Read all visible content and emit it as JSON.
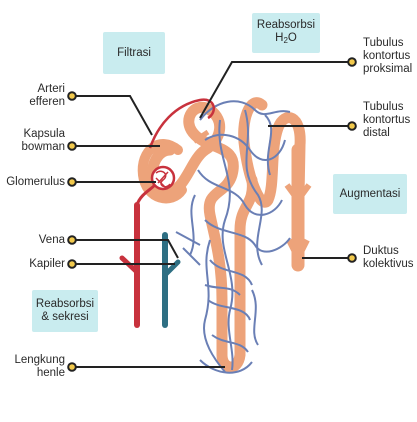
{
  "boxes": {
    "filtrasi": "Filtrasi",
    "reabsorbsi_h2o_line1": "Reabsorbsi",
    "reabsorbsi_h2o_h": "H",
    "reabsorbsi_h2o_sub": "2",
    "reabsorbsi_h2o_o": "O",
    "augmentasi": "Augmentasi",
    "reabsorbsi_sekresi_line1": "Reabsorbsi",
    "reabsorbsi_sekresi_line2": "& sekresi"
  },
  "left_labels": {
    "arteri_line1": "Arteri",
    "arteri_line2": "efferen",
    "kapsula_line1": "Kapsula",
    "kapsula_line2": "bowman",
    "glomerulus": "Glomerulus",
    "vena": "Vena",
    "kapiler": "Kapiler",
    "lengkung_line1": "Lengkung",
    "lengkung_line2": "henle"
  },
  "right_labels": {
    "proksimal_line1": "Tubulus",
    "proksimal_line2": "kontortus",
    "proksimal_line3": "proksimal",
    "distal_line1": "Tubulus",
    "distal_line2": "kontortus",
    "distal_line3": "distal",
    "duktus_line1": "Duktus",
    "duktus_line2": "kolektivus"
  },
  "colors": {
    "tubule": "#eda37a",
    "capillary": "#6a7fb5",
    "artery": "#c8323d",
    "vein": "#2e6f83",
    "label_box": "#c9ecef",
    "leader": "#222222",
    "dot_fill": "#f2c94c"
  }
}
